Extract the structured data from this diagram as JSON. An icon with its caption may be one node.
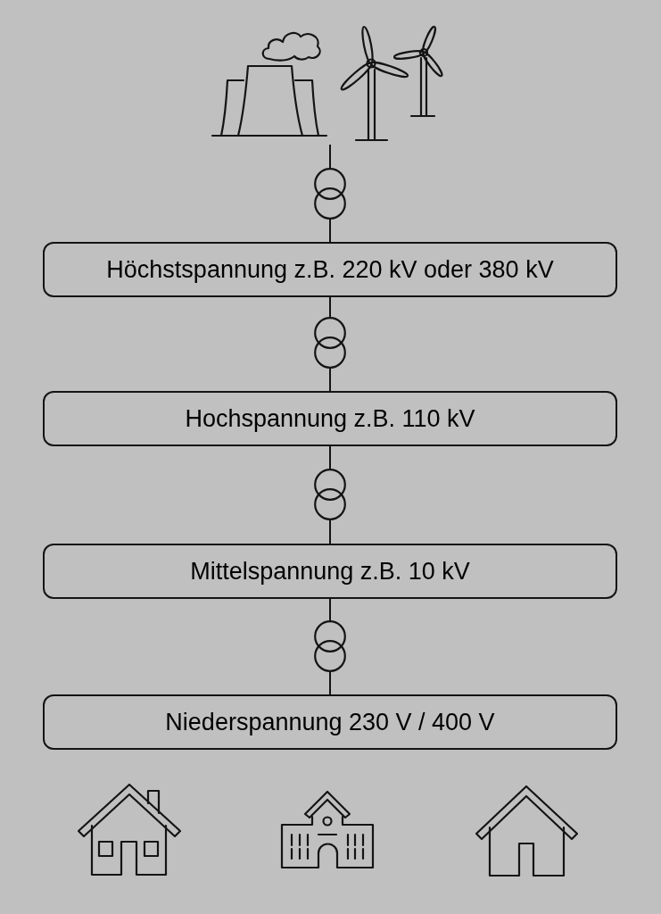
{
  "diagram": {
    "nodes": [
      {
        "text": [],
        "shape": "picture"
      },
      {
        "text": [],
        "shape": "circle"
      },
      {
        "text": [
          "Höchstspannung z.B. 220 kV oder 380 kV"
        ]
      },
      {
        "text": [],
        "shape": "circle"
      },
      {
        "text": [
          "Hochspannung z.B. 110 kV"
        ]
      },
      {
        "text": [],
        "shape": "circle"
      },
      {
        "text": [
          "Mittelspannung z.B. 10 kV"
        ]
      },
      {
        "text": [],
        "shape": "circle"
      },
      {
        "text": [
          "Niederspannung 230 V / 400 V"
        ]
      },
      {
        "text": [],
        "shape": "picture"
      },
      {
        "text": [],
        "shape": "picture"
      },
      {
        "text": [],
        "shape": "picture"
      }
    ],
    "edges": [
      {
        "from": 0,
        "to": 1,
        "arrow": "none"
      },
      {
        "from": 1,
        "to": 2,
        "arrow": "none"
      },
      {
        "from": 2,
        "to": 3,
        "arrow": "none"
      },
      {
        "from": 3,
        "to": 4,
        "arrow": "none"
      },
      {
        "from": 4,
        "to": 5,
        "arrow": "none"
      },
      {
        "from": 5,
        "to": 6,
        "arrow": "none"
      },
      {
        "from": 6,
        "to": 7,
        "arrow": "none"
      },
      {
        "from": 7,
        "to": 8,
        "arrow": "none"
      }
    ]
  }
}
